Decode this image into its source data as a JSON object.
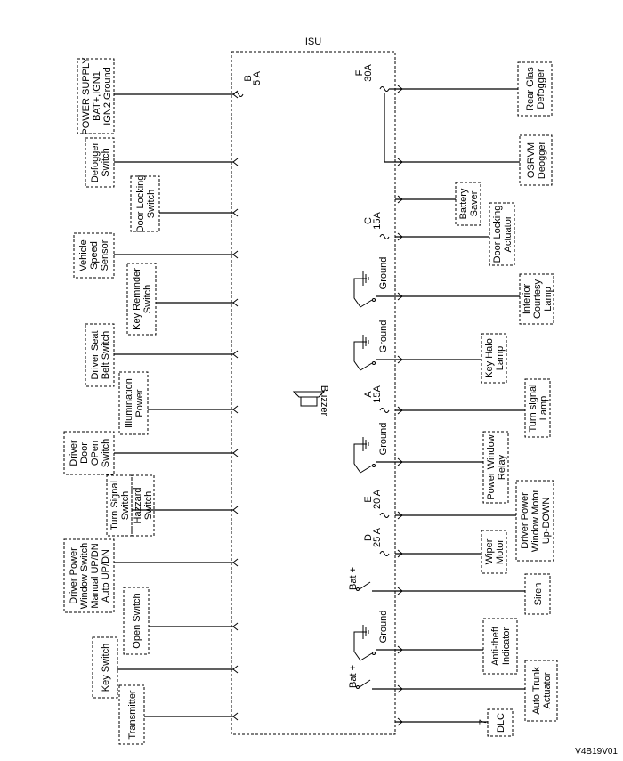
{
  "module_label": "ISU",
  "footer_code": "V4B19V01",
  "buzzer_label": "Buzzer",
  "left_components": [
    [
      "POWER SUPPLY",
      "BAT+,IGN1",
      "IGN2,Ground"
    ],
    [
      "Defogger",
      "Switch"
    ],
    [
      "Door Locking",
      "Switch"
    ],
    [
      "Vehicle",
      "Speed",
      "Sensor"
    ],
    [
      "Key Reminder",
      "Switch"
    ],
    [
      "Driver Seat",
      "Belt Switch"
    ],
    [
      "Illumination",
      "Power"
    ],
    [
      "Driver",
      "Door",
      "OPen",
      "Switch"
    ],
    [
      "Turn Signal",
      "Switch"
    ],
    [
      "Hazzard",
      "Switch"
    ],
    [
      "Driver Power",
      "Window Switch",
      "Manual UP/DN",
      "Auto UP/DN"
    ],
    [
      "Open Switch"
    ],
    [
      "Key Switch"
    ],
    [
      "Transmitter"
    ]
  ],
  "right_components": [
    [
      "Rear Glas",
      "Defogger"
    ],
    [
      "OSRVM",
      "Deogger"
    ],
    [
      "Battery",
      "Saver"
    ],
    [
      "Door Locking",
      "Actuator"
    ],
    [
      "Interior",
      "Courtesy",
      "Lamp"
    ],
    [
      "Key Halo",
      "Lamp"
    ],
    [
      "Turn signal",
      "Lamp"
    ],
    [
      "Power Window",
      "Relay"
    ],
    [
      "Driver Power",
      "Window Motor",
      "Up-DOWN"
    ],
    [
      "Wiper",
      "Motor"
    ],
    [
      "Siren"
    ],
    [
      "Anti-theft",
      "Indicator"
    ],
    [
      "Auto Trunk",
      "Actuator"
    ],
    [
      "DLC"
    ]
  ],
  "fuses": [
    [
      "B",
      "5 A"
    ],
    [
      "F",
      "30A"
    ],
    [
      "C",
      "15A"
    ],
    [
      "A",
      "15A"
    ],
    [
      "E",
      "20 A"
    ],
    [
      "D",
      "25 A"
    ]
  ],
  "ground_label": "Ground",
  "bat_label": "Bat +",
  "dlc_pin": "7"
}
